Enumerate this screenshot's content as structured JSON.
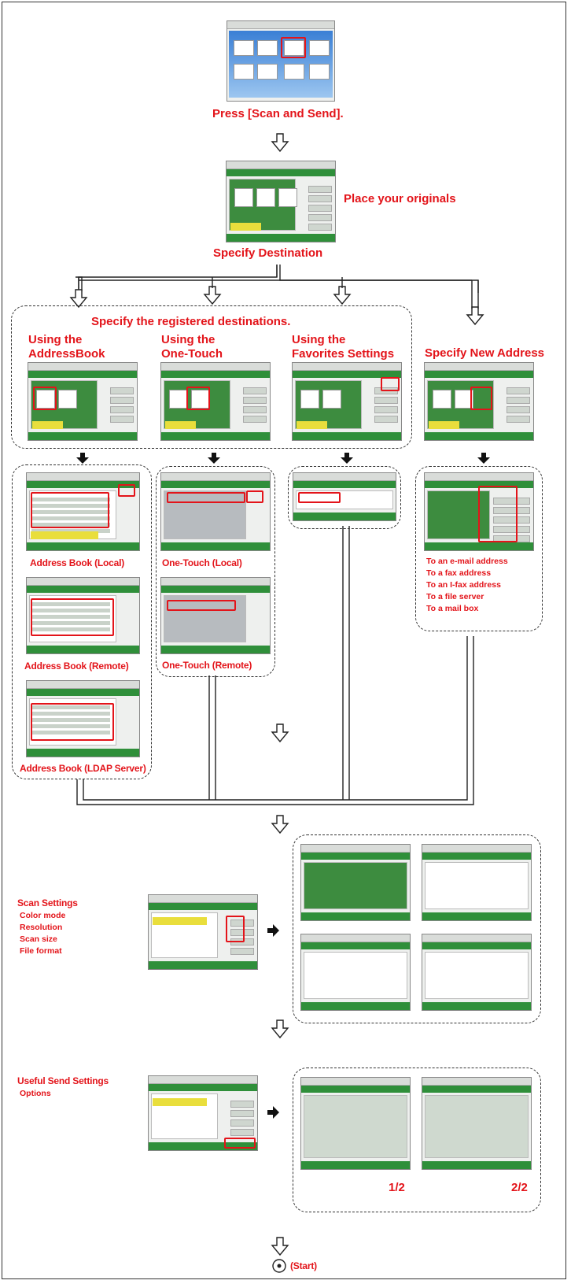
{
  "steps": {
    "press": "Press [Scan and Send].",
    "place": "Place your originals",
    "specify_destination": "Specify Destination",
    "registered": "Specify the registered destinations.",
    "using_addressbook": [
      "Using the",
      "AddressBook"
    ],
    "using_onetouch": [
      "Using the",
      "One-Touch"
    ],
    "using_favorites": [
      "Using the",
      "Favorites Settings"
    ],
    "specify_new": "Specify New Address",
    "ab_local": "Address Book (Local)",
    "ab_remote": "Address Book (Remote)",
    "ab_ldap": "Address Book (LDAP Server)",
    "ot_local": "One-Touch (Local)",
    "ot_remote": "One-Touch (Remote)",
    "new_targets": [
      "To an e-mail address",
      "To a fax address",
      "To an I-fax address",
      "To a file server",
      "To a mail box"
    ],
    "scan_settings": "Scan Settings",
    "scan_items": [
      "Color mode",
      "Resolution",
      "Scan size",
      "File format"
    ],
    "useful": "Useful Send Settings",
    "useful_items": [
      "Options"
    ],
    "page1": "1/2",
    "page2": "2/2",
    "start": "(Start)"
  }
}
